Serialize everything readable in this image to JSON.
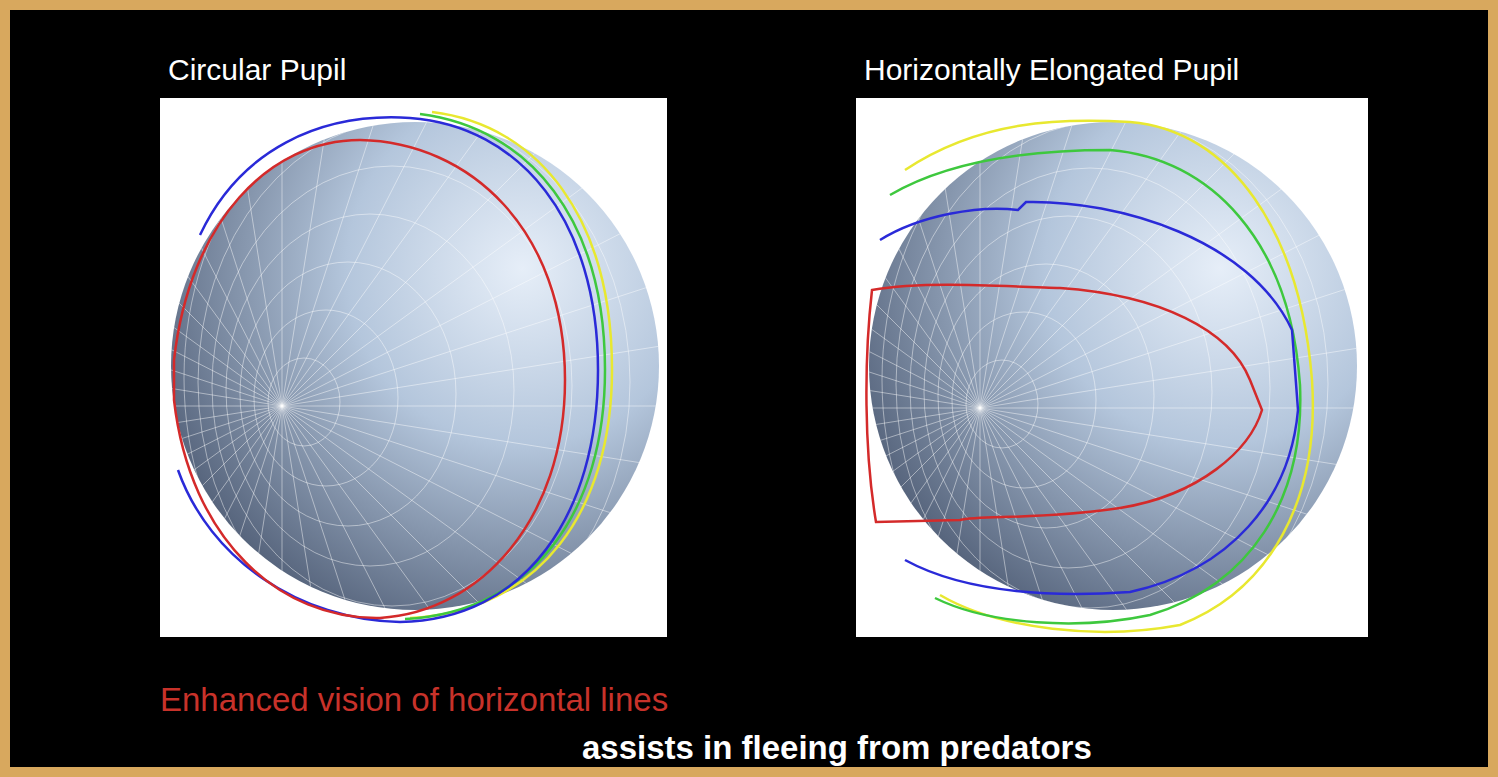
{
  "diagram": {
    "nodes": [
      {
        "text": [
          "Circular Pupil"
        ]
      },
      {
        "text": [
          "Horizontally Elongated Pupil"
        ]
      }
    ],
    "labels": [
      "Enhanced vision of horizontal lines",
      "assists in fleeing from predators"
    ]
  }
}
